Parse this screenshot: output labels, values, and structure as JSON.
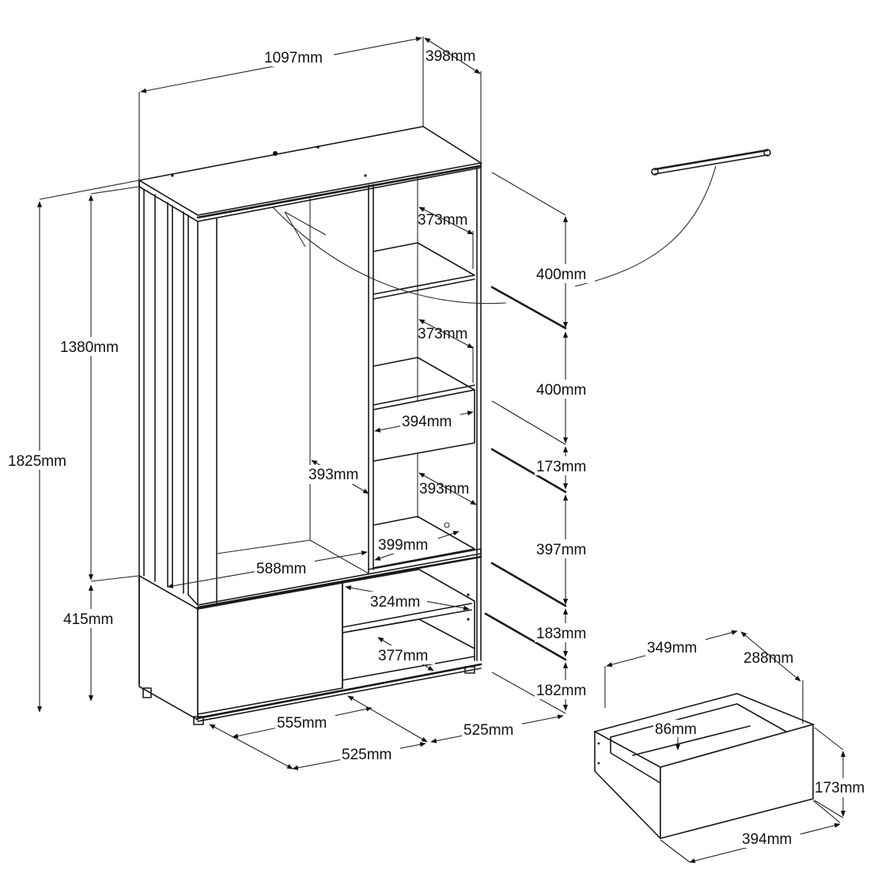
{
  "diagram": {
    "overall": {
      "width": "1097mm",
      "depth": "398mm",
      "height": "1825mm",
      "upper_height": "1380mm",
      "base_height": "415mm"
    },
    "right_column": {
      "shelf_width_1": "373mm",
      "shelf_width_2": "373mm",
      "drawer_width": "394mm",
      "shelf_width_3": "393mm",
      "shelf_depth": "399mm",
      "section_1": "400mm",
      "section_2": "400mm",
      "section_3": "173mm",
      "section_4": "397mm",
      "section_5": "183mm",
      "section_6": "182mm"
    },
    "left_column": {
      "inner_height": "393mm",
      "inner_width": "588mm"
    },
    "base": {
      "shelf_1": "324mm",
      "shelf_2": "377mm",
      "door_width": "555mm",
      "foot_span_front": "525mm",
      "foot_span_side": "525mm"
    },
    "drawer": {
      "inner_width": "349mm",
      "depth": "288mm",
      "inner_height": "86mm",
      "height": "173mm",
      "front_width": "394mm"
    }
  }
}
